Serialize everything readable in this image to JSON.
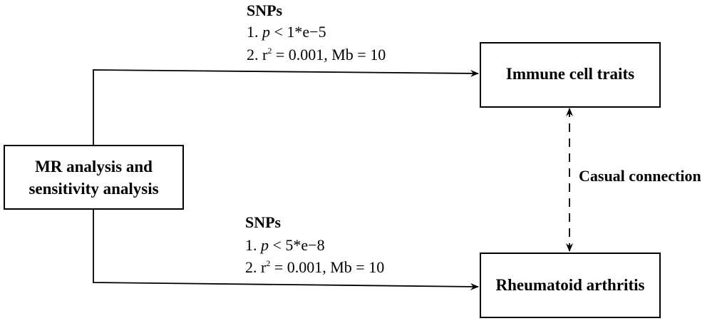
{
  "boxes": {
    "mr": "MR analysis and sensitivity analysis",
    "mr_line1": "MR analysis and",
    "mr_line2": "sensitivity analysis",
    "immune": "Immune cell traits",
    "ra": "Rheumatoid arthritis"
  },
  "top_label": {
    "title": "SNPs",
    "l1_prefix": "1. ",
    "l1_var": "p",
    "l1_rest": " < 1*e−5",
    "l2_prefix": "2. r",
    "l2_sup": "2",
    "l2_rest": " = 0.001, Mb = 10"
  },
  "bottom_label": {
    "title": "SNPs",
    "l1_prefix": "1. ",
    "l1_var": "p",
    "l1_rest": " < 5*e−8",
    "l2_prefix": "2. r",
    "l2_sup": "2",
    "l2_rest": " = 0.001, Mb = 10"
  },
  "connection_label": "Casual connection"
}
